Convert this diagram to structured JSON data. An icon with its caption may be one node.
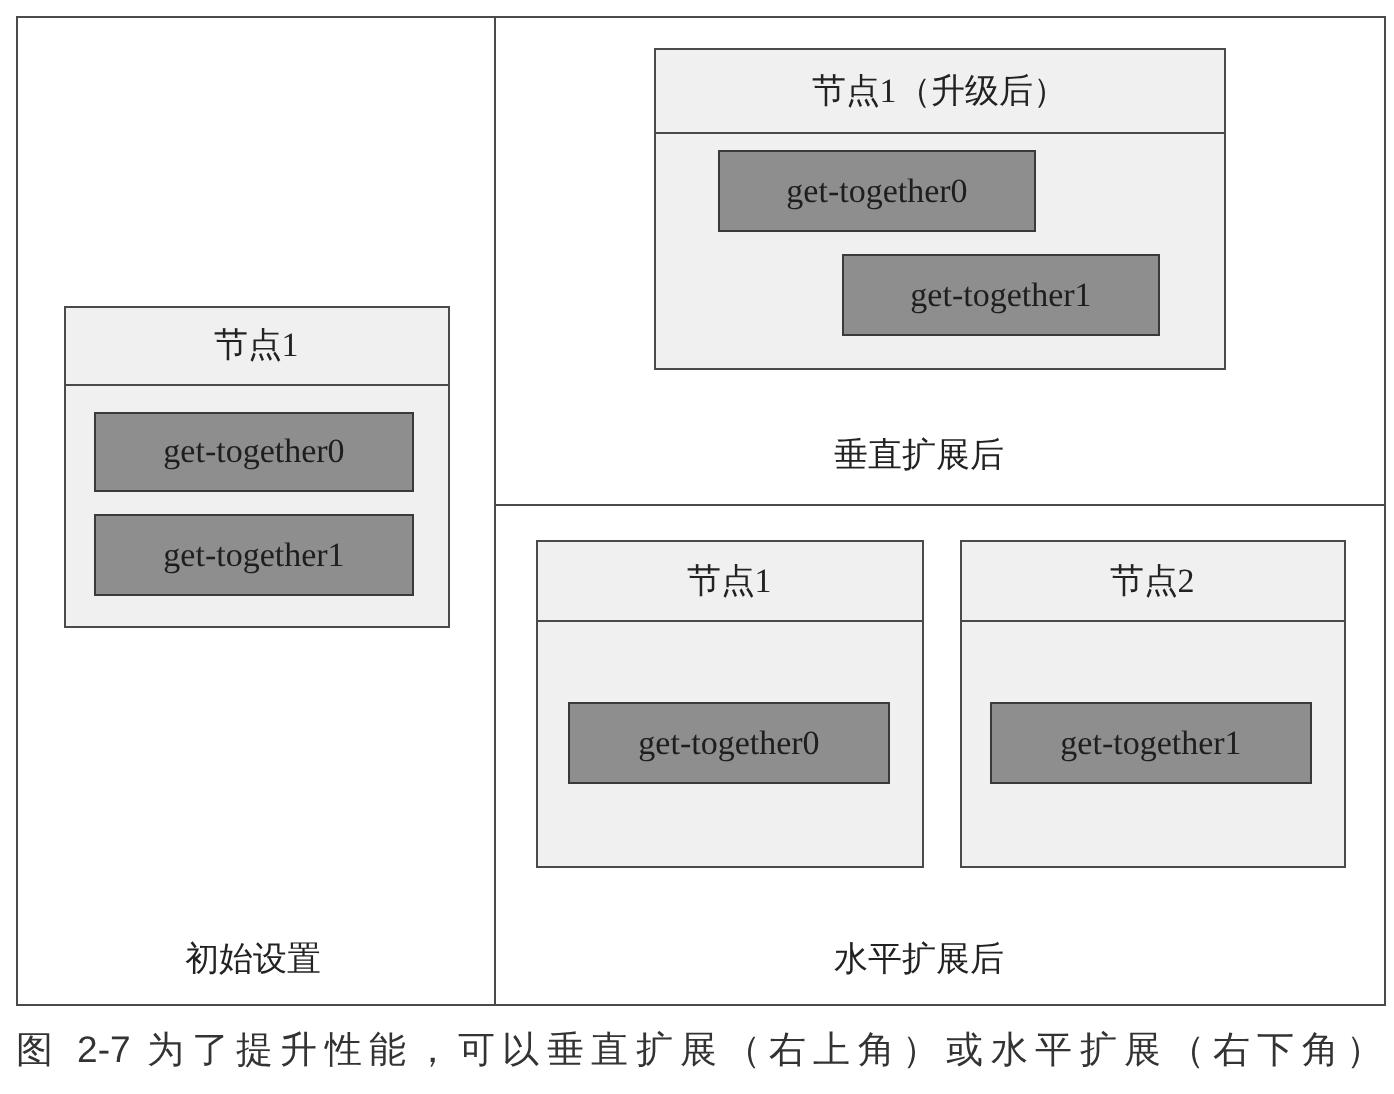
{
  "diagram": {
    "caption": "图 2-7 为了提升性能，可以垂直扩展（右上角）或水平扩展（右下角）",
    "nodes": [
      {
        "text": [
          "初始设置"
        ]
      },
      {
        "text": [
          "节点1"
        ],
        "in": 0
      },
      {
        "text": [
          "get-together0"
        ],
        "in": 1
      },
      {
        "text": [
          "get-together1"
        ],
        "in": 1
      },
      {
        "text": [
          "垂直扩展后"
        ]
      },
      {
        "text": [
          "节点1（升级后）"
        ],
        "in": 4
      },
      {
        "text": [
          "get-together0"
        ],
        "in": 5
      },
      {
        "text": [
          "get-together1"
        ],
        "in": 5
      },
      {
        "text": [
          "水平扩展后"
        ]
      },
      {
        "text": [
          "节点1"
        ],
        "in": 8
      },
      {
        "text": [
          "get-together0"
        ],
        "in": 9
      },
      {
        "text": [
          "节点2"
        ],
        "in": 8
      },
      {
        "text": [
          "get-together1"
        ],
        "in": 11
      }
    ]
  }
}
